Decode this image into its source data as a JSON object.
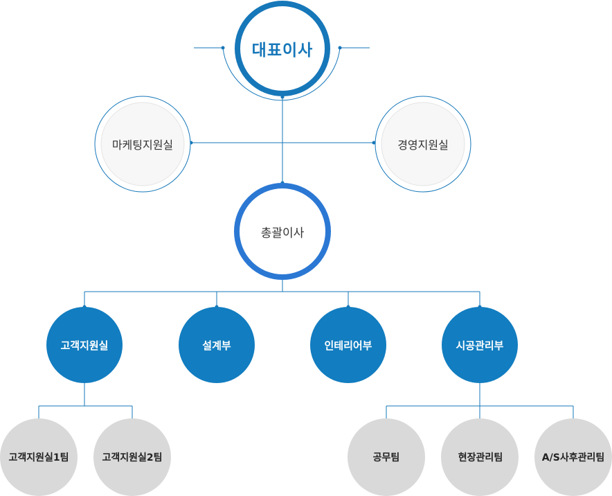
{
  "colors": {
    "accent": "#1677b9",
    "general_ring": "#2b78d4",
    "line": "#1677b9",
    "dept_fill": "#127dc0",
    "team_fill": "#d9d9d9",
    "side_fill": "#f7f7f7"
  },
  "ceo": {
    "label": "대표이사"
  },
  "staff": [
    {
      "label": "마케팅지원실"
    },
    {
      "label": "경영지원실"
    }
  ],
  "general": {
    "label": "총괄이사"
  },
  "departments": [
    {
      "label": "고객지원실",
      "teams": [
        {
          "label": "고객지원실1팀"
        },
        {
          "label": "고객지원실2팀"
        }
      ]
    },
    {
      "label": "설계부",
      "teams": []
    },
    {
      "label": "인테리어부",
      "teams": []
    },
    {
      "label": "시공관리부",
      "teams": [
        {
          "label": "공무팀"
        },
        {
          "label": "현장관리팀"
        },
        {
          "label": "A/S사후관리팀"
        }
      ]
    }
  ]
}
